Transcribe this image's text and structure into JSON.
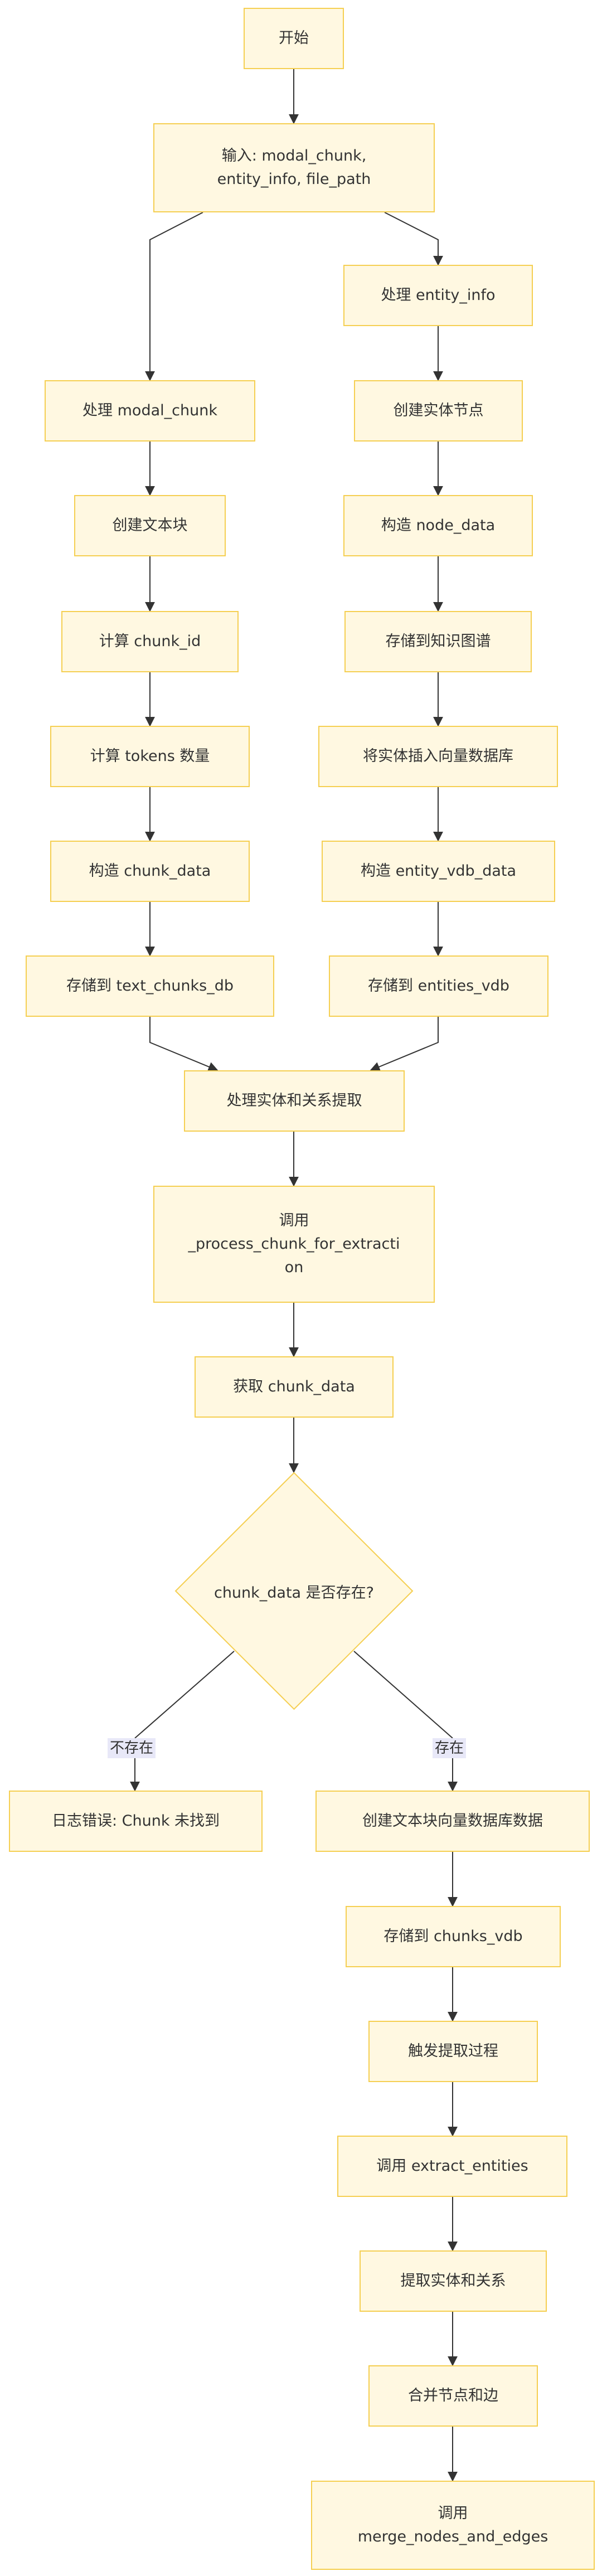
{
  "nodes": {
    "start": "开始",
    "input": "输入: modal_chunk,\nentity_info, file_path",
    "process_entity_info": "处理 entity_info",
    "process_modal_chunk": "处理 modal_chunk",
    "create_entity_node": "创建实体节点",
    "create_text_chunk": "创建文本块",
    "build_node_data": "构造 node_data",
    "calc_chunk_id": "计算 chunk_id",
    "store_kg": "存储到知识图谱",
    "calc_tokens": "计算 tokens 数量",
    "insert_entity_vdb": "将实体插入向量数据库",
    "build_chunk_data": "构造 chunk_data",
    "build_entity_vdb_data": "构造 entity_vdb_data",
    "store_text_chunks_db": "存储到 text_chunks_db",
    "store_entities_vdb": "存储到 entities_vdb",
    "process_extraction": "处理实体和关系提取",
    "call_process_chunk": "调用\n_process_chunk_for_extracti\non",
    "get_chunk_data": "获取 chunk_data",
    "decision": "chunk_data 是否存在?",
    "log_error": "日志错误: Chunk 未找到",
    "create_chunk_vdb_data": "创建文本块向量数据库数据",
    "store_chunks_vdb": "存储到 chunks_vdb",
    "trigger_extraction": "触发提取过程",
    "call_extract_entities": "调用 extract_entities",
    "extract_entities_relations": "提取实体和关系",
    "merge_nodes_edges": "合并节点和边",
    "call_merge": "调用\nmerge_nodes_and_edges"
  },
  "edge_labels": {
    "no": "不存在",
    "yes": "存在"
  },
  "colors": {
    "node_fill": "#fff8e1",
    "node_border": "#f5cf52",
    "edge": "#333333",
    "label_bg": "#e8e8f8"
  }
}
